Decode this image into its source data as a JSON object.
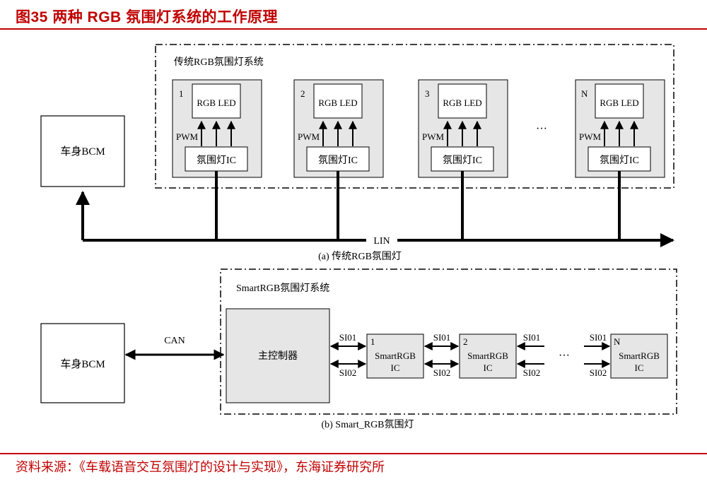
{
  "title": "图35 两种 RGB 氛围灯系统的工作原理",
  "source": "资料来源：《车载语音交互氛围灯的设计与实现》，东海证券研究所",
  "top": {
    "frame_title": "传统RGB氛围灯系统",
    "bcm": "车身BCM",
    "caption": "(a) 传统RGB氛围灯",
    "bus": "LIN",
    "ellipsis": "···",
    "modules": [
      {
        "index": "1",
        "led": "RGB LED",
        "pwm": "PWM",
        "ic": "氛围灯IC"
      },
      {
        "index": "2",
        "led": "RGB LED",
        "pwm": "PWM",
        "ic": "氛围灯IC"
      },
      {
        "index": "3",
        "led": "RGB LED",
        "pwm": "PWM",
        "ic": "氛围灯IC"
      },
      {
        "index": "N",
        "led": "RGB LED",
        "pwm": "PWM",
        "ic": "氛围灯IC"
      }
    ]
  },
  "bottom": {
    "frame_title": "SmartRGB氛围灯系统",
    "bcm": "车身BCM",
    "can": "CAN",
    "controller": "主控制器",
    "caption": "(b) Smart_RGB氛围灯",
    "ellipsis": "···",
    "chips": [
      {
        "index": "1",
        "name1": "SmartRGB",
        "name2": "IC"
      },
      {
        "index": "2",
        "name1": "SmartRGB",
        "name2": "IC"
      },
      {
        "index": "N",
        "name1": "SmartRGB",
        "name2": "IC"
      }
    ],
    "links": [
      {
        "top": "SI01",
        "bottom": "SI02"
      },
      {
        "top": "SI01",
        "bottom": "SI02"
      },
      {
        "top": "SI01",
        "bottom": "SI02"
      },
      {
        "top": "SI01",
        "bottom": "SI02"
      }
    ]
  }
}
